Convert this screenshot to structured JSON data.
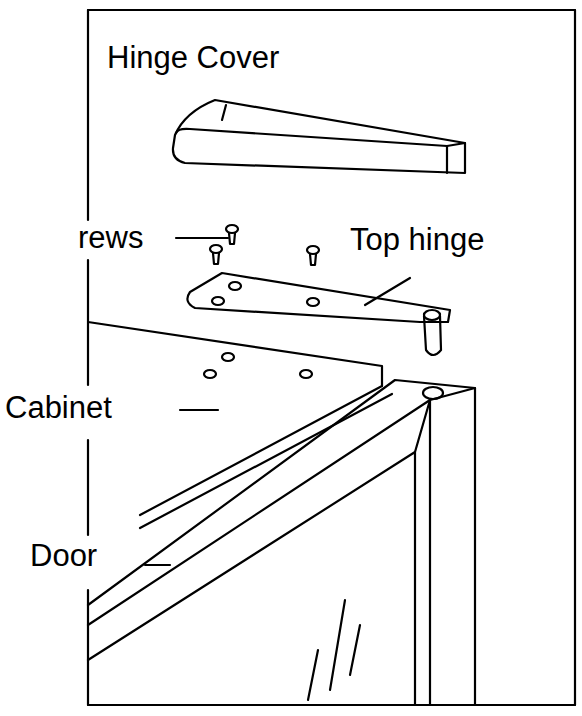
{
  "diagram": {
    "labels": [
      "Hinge Cover",
      "rews",
      "Top hinge",
      "Cabinet",
      "Door"
    ]
  }
}
